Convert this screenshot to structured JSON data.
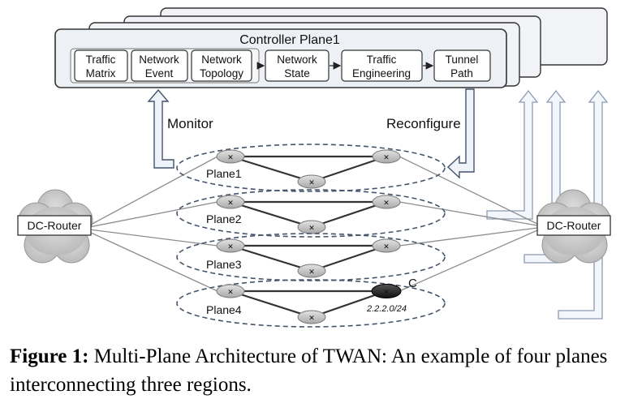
{
  "controller": {
    "title": "Controller Plane1",
    "modules": [
      {
        "line1": "Traffic",
        "line2": "Matrix"
      },
      {
        "line1": "Network",
        "line2": "Event"
      },
      {
        "line1": "Network",
        "line2": "Topology"
      },
      {
        "line1": "Network",
        "line2": "State"
      },
      {
        "line1": "Traffic",
        "line2": "Engineering"
      },
      {
        "line1": "Tunnel",
        "line2": "Path"
      }
    ]
  },
  "labels": {
    "monitor": "Monitor",
    "reconfigure": "Reconfigure",
    "dc_left": "DC-Router",
    "dc_right": "DC-Router",
    "router_c": "C",
    "prefix": "2.2.2.0/24"
  },
  "planes": [
    "Plane1",
    "Plane2",
    "Plane3",
    "Plane4"
  ],
  "caption": {
    "label": "Figure 1:",
    "text": " Multi-Plane Architecture of TWAN: An example of four planes interconnecting three regions."
  }
}
